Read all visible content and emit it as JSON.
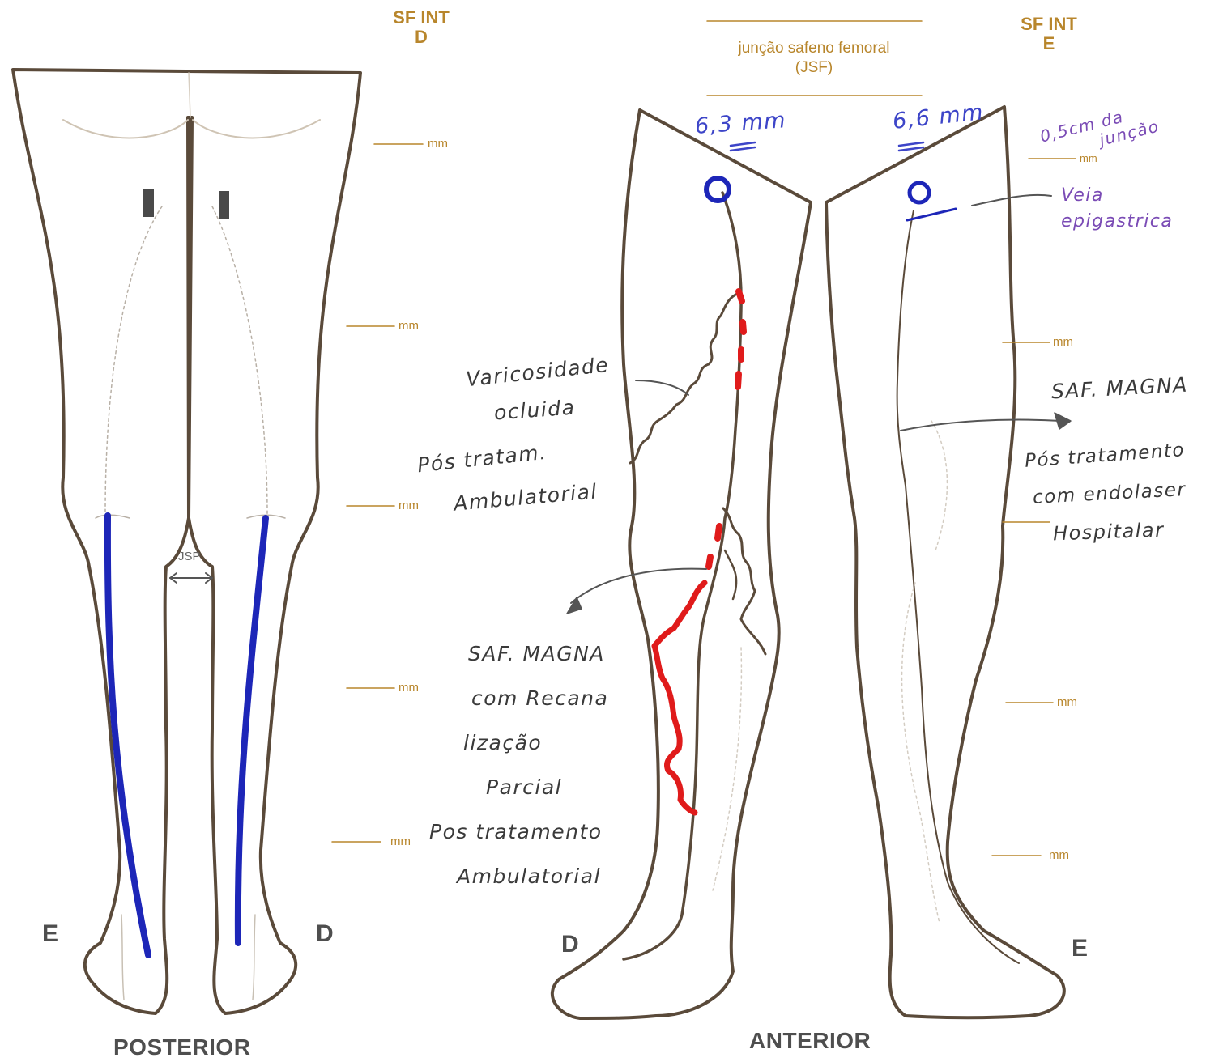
{
  "header": {
    "sf_int_right": {
      "line1": "SF INT",
      "line2": "D"
    },
    "sf_int_left": {
      "line1": "SF INT",
      "line2": "E"
    },
    "junction": {
      "line1": "junção safeno femoral",
      "line2": "(JSF)"
    }
  },
  "views": {
    "posterior": "POSTERIOR",
    "anterior": "ANTERIOR"
  },
  "sides": {
    "posterior_left": "E",
    "posterior_right": "D",
    "anterior_right_leg": "D",
    "anterior_left_leg": "E"
  },
  "unit_label": "mm",
  "jsp_label": "JSP",
  "measurements": {
    "right": "6,3 mm",
    "left": "6,6 mm",
    "left_note_line1": "0,5cm da",
    "left_note_line2": "junção"
  },
  "annotations": {
    "veia_epigastrica": [
      "Veia",
      "epigastrica"
    ],
    "varicosidade": [
      "Varicosidade",
      "ocluida",
      "Pós tratam.",
      "Ambulatorial"
    ],
    "saf_magna_right": [
      "SAF. MAGNA",
      "com Recana",
      "lização",
      "Parcial",
      "Pos tratamento",
      "Ambulatorial"
    ],
    "saf_magna_left": [
      "SAF. MAGNA",
      "Pós tratamento",
      "com endolaser",
      "Hospitalar"
    ]
  },
  "colors": {
    "outline": "#5a4a3a",
    "gold": "#b8862c",
    "vein_blue": "#1d26b8",
    "vein_red": "#e01b1b",
    "pen_purple": "#7a4bb5"
  }
}
